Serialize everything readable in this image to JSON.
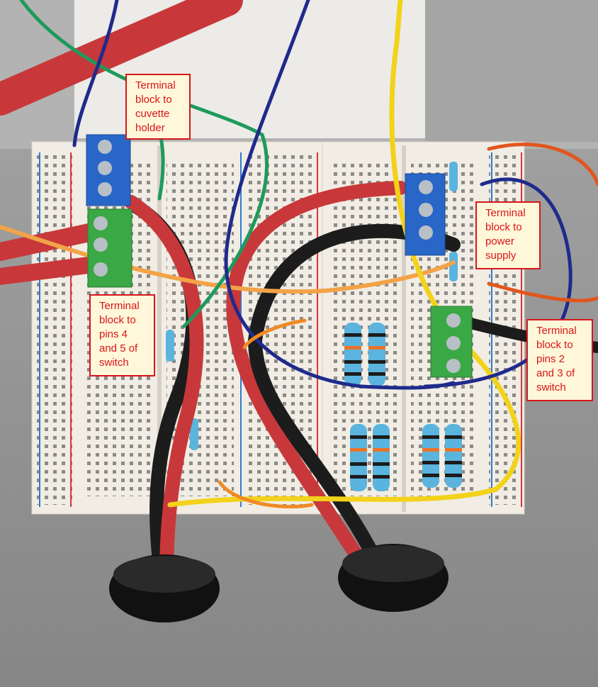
{
  "callouts": {
    "cuvette_holder": "Terminal\nblock to\ncuvette\nholder",
    "power_supply": "Terminal\nblock to\npower\nsupply",
    "pins_4_5": "Terminal\nblock to\npins 4\nand 5 of\nswitch",
    "pins_2_3": "Terminal\nblock to\npins 2\nand 3 of\nswitch"
  },
  "colors": {
    "label_border": "#d8161b",
    "label_text": "#d8161b",
    "label_fill": "#fff7d9",
    "breadboard": "#f1ede4",
    "terminal_blue": "#2866c8",
    "terminal_green": "#3aa845",
    "wire_red": "#c8383a",
    "wire_black": "#1c1c1c",
    "wire_yellow": "#f2d21b",
    "wire_orange": "#f08a24",
    "wire_navy": "#1f2a8c",
    "wire_green": "#1e9a5c",
    "resistor_body": "#5ab4de"
  },
  "icons": [
    "terminal-block-icon",
    "resistor-icon",
    "cable-grommet-icon",
    "breadboard-icon"
  ]
}
